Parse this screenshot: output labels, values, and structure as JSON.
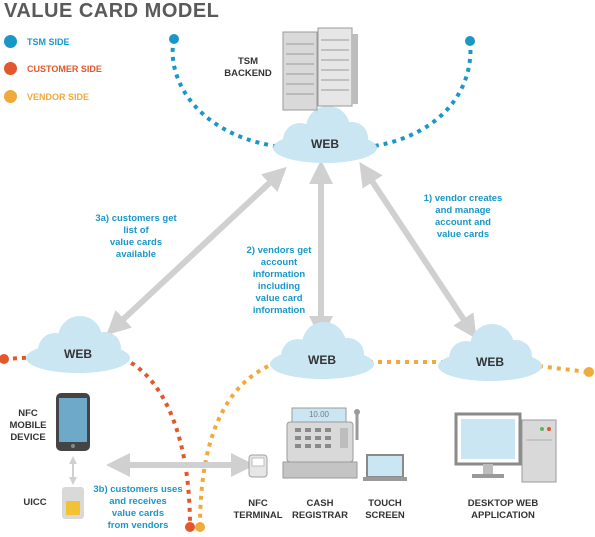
{
  "title": "VALUE CARD MODEL",
  "legend": [
    {
      "label": "TSM SIDE",
      "color": "#1a97c9"
    },
    {
      "label": "CUSTOMER SIDE",
      "color": "#e2572b"
    },
    {
      "label": "VENDOR SIDE",
      "color": "#f0a93a"
    }
  ],
  "clouds": {
    "top": "WEB",
    "left": "WEB",
    "middle": "WEB",
    "right": "WEB"
  },
  "tsm_backend": "TSM\nBACKEND",
  "steps": {
    "step1": "1) vendor creates\nand manage\naccount and\nvalue cards",
    "step2": "2) vendors get\naccount\ninformation\nincluding\nvalue card\ninformation",
    "step3a": "3a) customers get\nlist of\nvalue cards\navailable",
    "step3b": "3b) customers uses\nand receives\nvalue cards\nfrom vendors"
  },
  "devices": {
    "nfc_mobile": "NFC\nMOBILE\nDEVICE",
    "uicc": "UICC",
    "nfc_terminal": "NFC\nTERMINAL",
    "cash_registrar": "CASH\nREGISTRAR",
    "touch_screen": "TOUCH\nSCREEN",
    "desktop_web": "DESKTOP WEB\nAPPLICATION",
    "register_display": "10.00"
  },
  "colors": {
    "tsm": "#1a97c9",
    "customer": "#e2572b",
    "vendor": "#f0a93a",
    "cloud": "#c9e6f2",
    "arrow": "#d0d0d0"
  }
}
